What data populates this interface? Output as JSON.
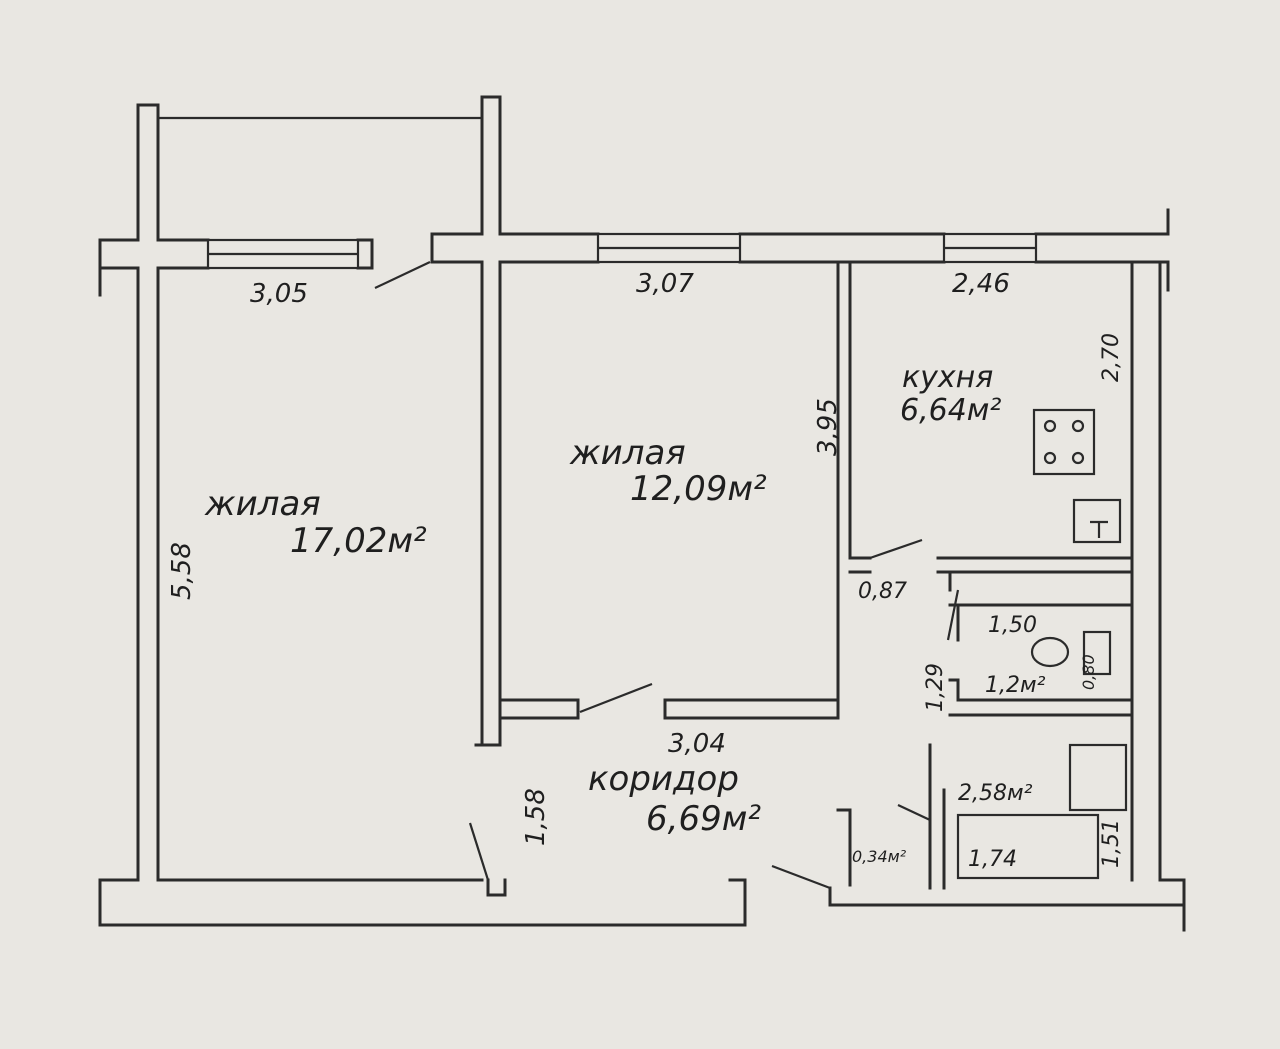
{
  "rooms": {
    "living_big": {
      "name": "жилая",
      "area": "17,02м²"
    },
    "living_small": {
      "name": "жилая",
      "area": "12,09м²"
    },
    "kitchen": {
      "name": "кухня",
      "area": "6,64м²"
    },
    "corridor": {
      "name": "коридор",
      "area": "6,69м²"
    },
    "wc": {
      "area": "1,2м²"
    },
    "bath": {
      "area": "2,58м²"
    },
    "closet": {
      "area": "0,34м²"
    }
  },
  "dimensions": {
    "balcony_width": "3,05",
    "big_room_length": "5,58",
    "small_room_width": "3,07",
    "small_room_length": "3,95",
    "small_room_bottom": "3,04",
    "kitchen_width": "2,46",
    "kitchen_length": "2,70",
    "door_passage": "0,87",
    "wc_width": "1,50",
    "wc_length": "1,29",
    "wc_depth": "0,80",
    "entry_passage": "1,58",
    "bath_width": "1,74",
    "bath_length": "1,51"
  }
}
